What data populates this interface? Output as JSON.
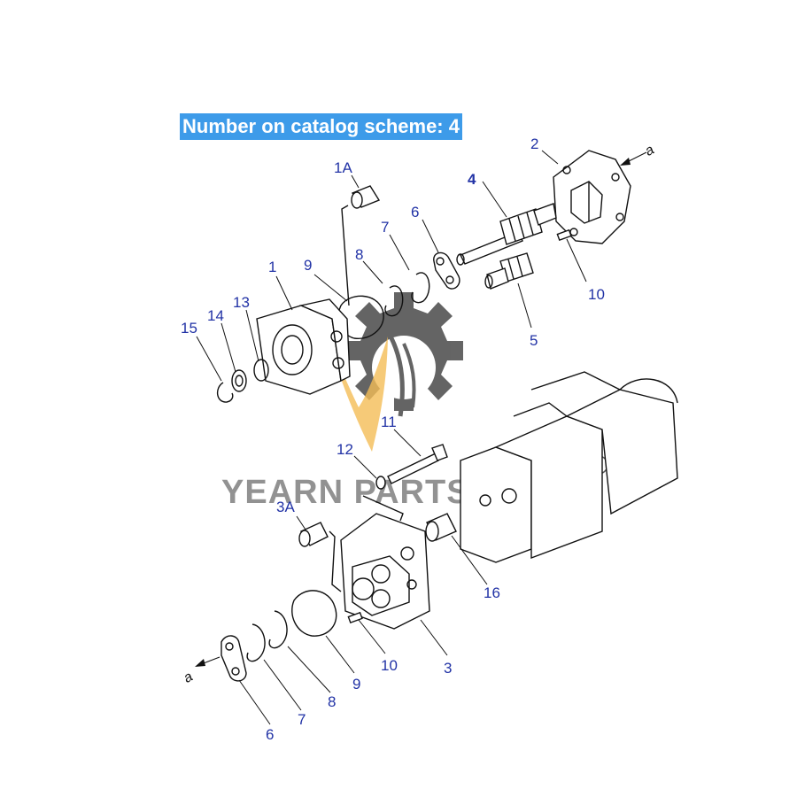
{
  "banner": {
    "text": "Number on catalog scheme: 4"
  },
  "watermark": {
    "text": "YEARN PARTS",
    "registered": "®"
  },
  "callouts": {
    "c1A": "1A",
    "c2": "2",
    "c4": "4",
    "c6a": "6",
    "c7a": "7",
    "c8a": "8",
    "c9a": "9",
    "c1": "1",
    "c13": "13",
    "c14": "14",
    "c15": "15",
    "c10a": "10",
    "c5": "5",
    "c11": "11",
    "c12": "12",
    "c3A": "3A",
    "c16": "16",
    "c3": "3",
    "c10b": "10",
    "c9b": "9",
    "c8b": "8",
    "c7b": "7",
    "c6b": "6"
  },
  "arrow_labels": {
    "top": "a",
    "bottom": "a"
  },
  "colors": {
    "banner_bg": "#3d9be9",
    "callout": "#2233a6",
    "watermark_gear": "#4a4a4a",
    "watermark_swoosh": "#f2b23a"
  }
}
